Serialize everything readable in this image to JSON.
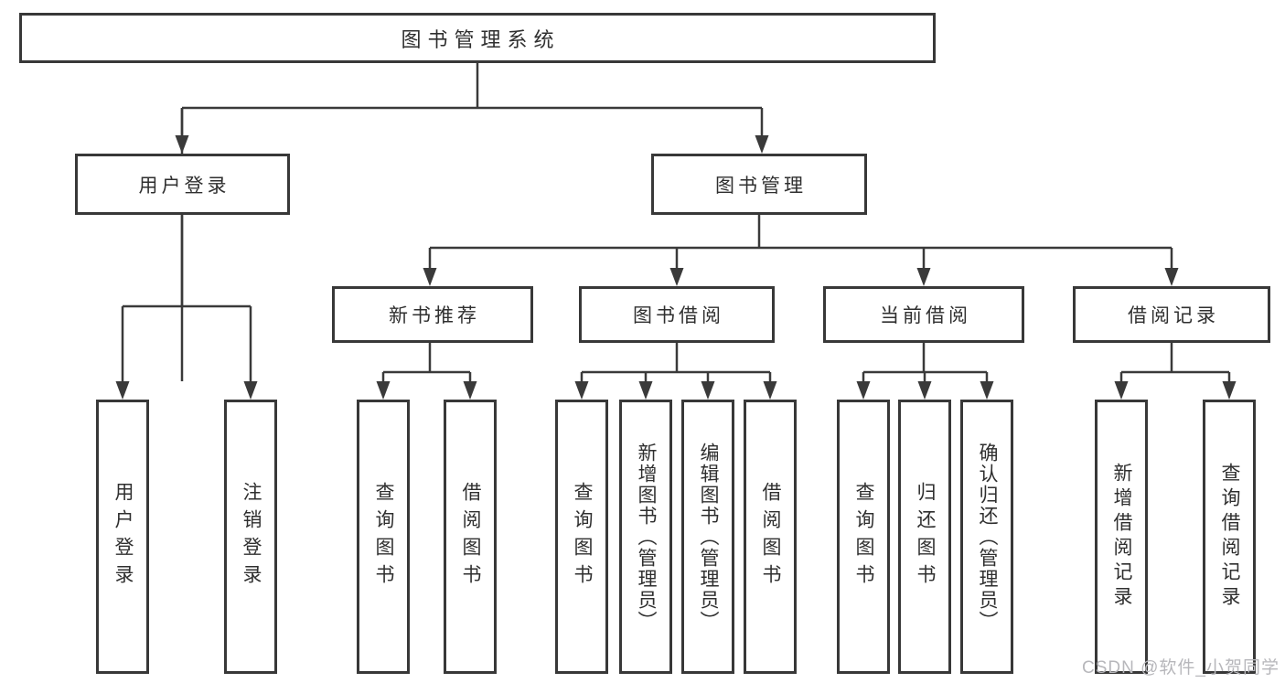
{
  "nodes": {
    "root": "图书管理系统",
    "user_login": {
      "label": "用户登录",
      "children": {
        "login": "用户登录",
        "logout": "注销登录"
      }
    },
    "book_management": {
      "label": "图书管理",
      "children": {
        "new_books": {
          "label": "新书推荐",
          "children": {
            "query": "查询图书",
            "borrow": "借阅图书"
          }
        },
        "book_borrow": {
          "label": "图书借阅",
          "children": {
            "query": "查询图书",
            "add": "新增图书（管理员）",
            "edit": "编辑图书（管理员）",
            "borrow": "借阅图书"
          }
        },
        "current_borrow": {
          "label": "当前借阅",
          "children": {
            "query": "查询图书",
            "return": "归还图书",
            "confirm": "确认归还（管理员）"
          }
        },
        "borrow_records": {
          "label": "借阅记录",
          "children": {
            "add": "新增借阅记录",
            "query": "查询借阅记录"
          }
        }
      }
    }
  },
  "watermark": "CSDN @软件_小贺同学",
  "colors": {
    "line": "#3a3a3a",
    "border": "#383838",
    "text": "#2f2f2f",
    "background": "#ffffff",
    "watermark": "#b7b7bb"
  }
}
